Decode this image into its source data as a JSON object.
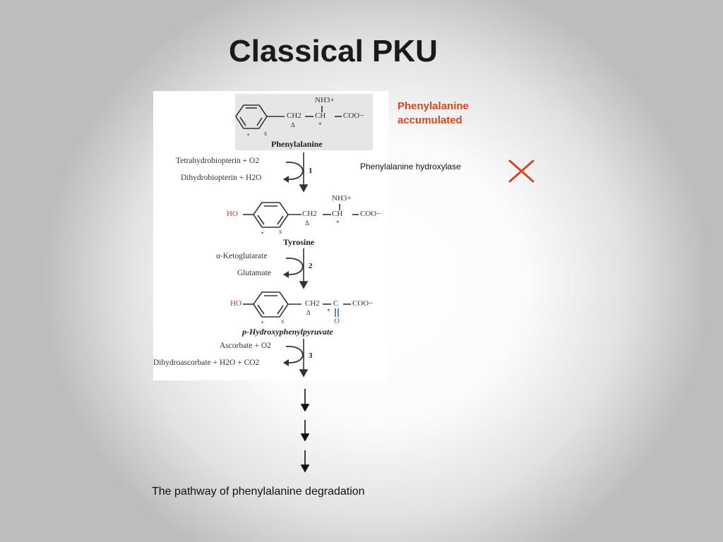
{
  "title": "Classical PKU",
  "annotation": {
    "accumulated_line1": "Phenylalanine",
    "accumulated_line2": "accumulated",
    "enzyme": "Phenylalanine hydroxylase",
    "block_icon": "x-mark-icon",
    "accent_color": "#d9461e"
  },
  "compounds": {
    "phe": "Phenylalanine",
    "tyr": "Tyrosine",
    "hpp": "p-Hydroxyphenylpyruvate"
  },
  "chem_groups": {
    "nh3": "NH3+",
    "ch2": "CH2",
    "ch": "CH",
    "c": "C",
    "coo": "COO−",
    "ho": "HO",
    "o": "O",
    "dot": "•",
    "x": "x",
    "delta": "Δ",
    "star": "*"
  },
  "steps": [
    {
      "number": "1",
      "cofactor_in": "Tetrahydrobiopterin + O2",
      "cofactor_out": "Dihydrobiopterin + H2O"
    },
    {
      "number": "2",
      "cofactor_in": "α-Ketoglutarate",
      "cofactor_out": "Glutamate"
    },
    {
      "number": "3",
      "cofactor_in": "Ascorbate + O2",
      "cofactor_out": "Dihydroascorbate + H2O + CO2"
    }
  ],
  "caption": "The pathway of phenylalanine degradation"
}
